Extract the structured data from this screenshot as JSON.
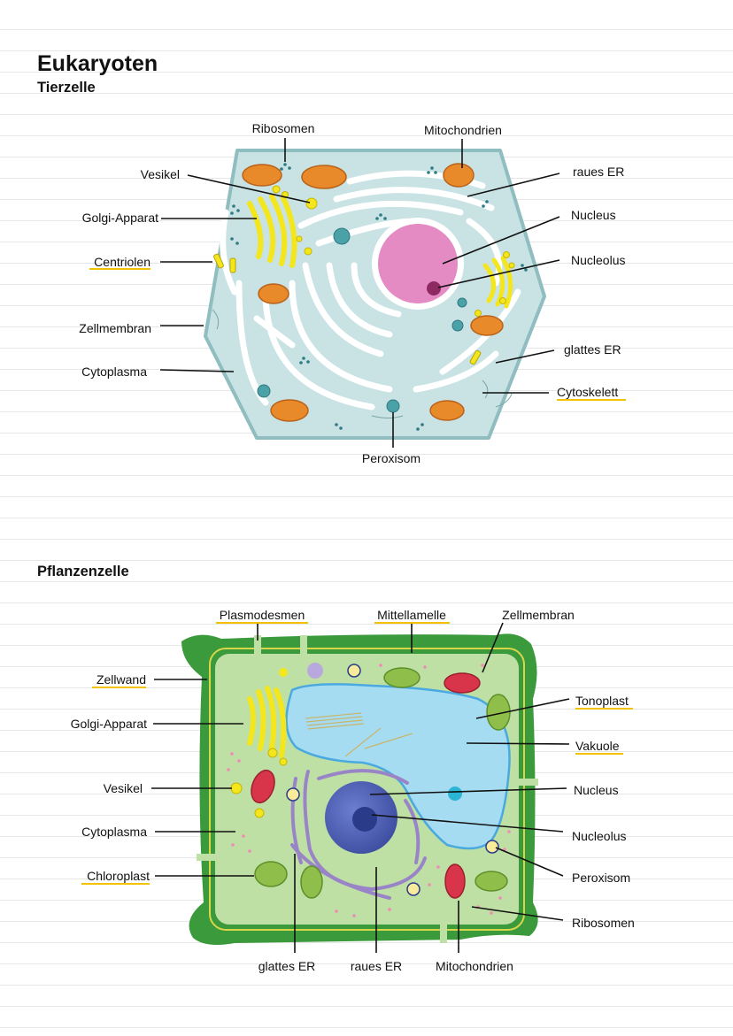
{
  "title": "Eukaryoten",
  "animal": {
    "heading": "Tierzelle",
    "labels": {
      "ribosomen": "Ribosomen",
      "mitochondrien": "Mitochondrien",
      "vesikel": "Vesikel",
      "raues_er": "raues ER",
      "golgi": "Golgi-Apparat",
      "nucleus": "Nucleus",
      "centriolen": "Centriolen",
      "nucleolus": "Nucleolus",
      "zellmembran": "Zellmembran",
      "glattes_er": "glattes ER",
      "cytoplasma": "Cytoplasma",
      "cytoskelett": "Cytoskelett",
      "peroxisom": "Peroxisom"
    }
  },
  "plant": {
    "heading": "Pflanzenzelle",
    "labels": {
      "plasmodesmen": "Plasmodesmen",
      "mittellamelle": "Mittellamelle",
      "zellmembran": "Zellmembran",
      "zellwand": "Zellwand",
      "tonoplast": "Tonoplast",
      "golgi": "Golgi-Apparat",
      "vakuole": "Vakuole",
      "vesikel": "Vesikel",
      "nucleus": "Nucleus",
      "cytoplasma": "Cytoplasma",
      "nucleolus": "Nucleolus",
      "chloroplast": "Chloroplast",
      "peroxisom": "Peroxisom",
      "ribosomen": "Ribosomen",
      "glattes_er": "glattes ER",
      "raues_er": "raues ER",
      "mitochondrien": "Mitochondrien"
    }
  },
  "colors": {
    "highlight": "#f2c200",
    "animal_cytoplasm": "#c9e2e3",
    "animal_membrane": "#8fbdc0",
    "nucleus_pink": "#e48bc4",
    "plant_wall": "#3b9a3b",
    "plant_cytoplasm": "#bfe0a4",
    "vacuole": "#a6dcf2",
    "plant_nucleus": "#4d5fb4",
    "golgi": "#f4e61c",
    "mitochondria": "#e98a2a"
  }
}
